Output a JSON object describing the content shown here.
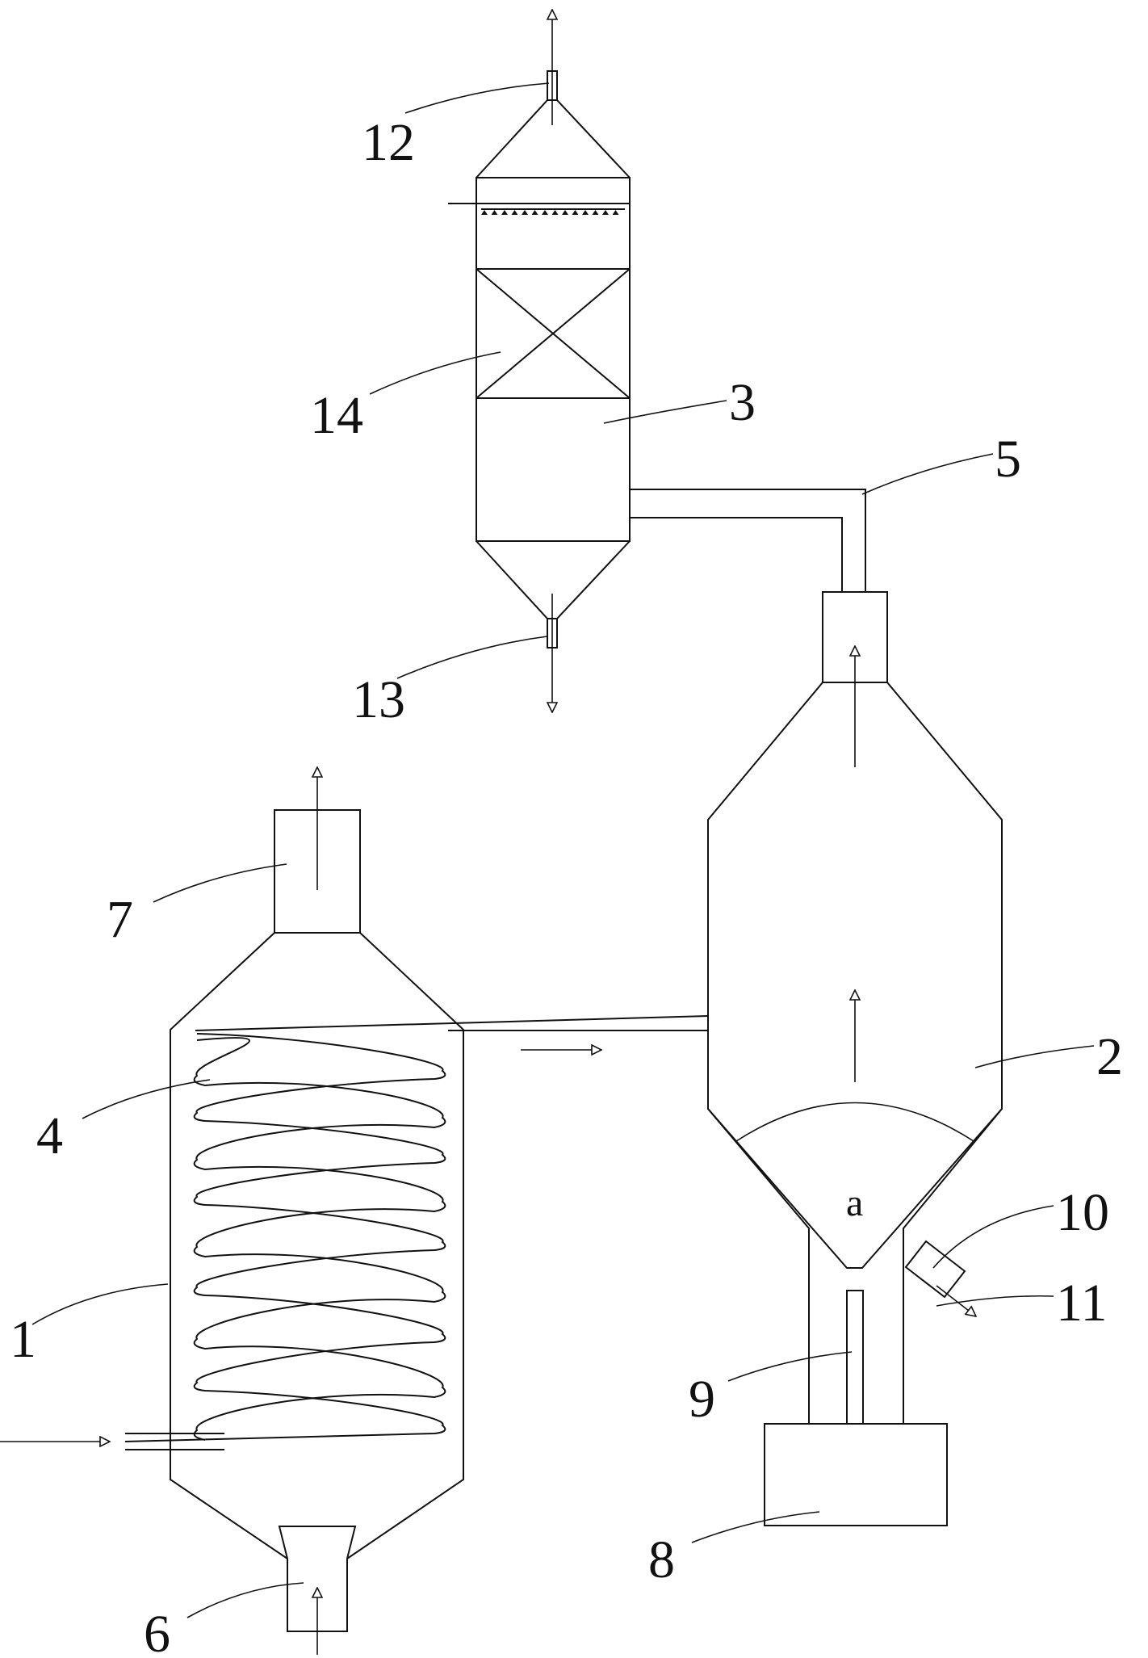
{
  "labels": {
    "l1": "1",
    "l2": "2",
    "l3": "3",
    "l4": "4",
    "l5": "5",
    "l6": "6",
    "l7": "7",
    "l8": "8",
    "l9": "9",
    "l10": "10",
    "l11": "11",
    "l12": "12",
    "l13": "13",
    "l14": "14",
    "angle": "a"
  }
}
